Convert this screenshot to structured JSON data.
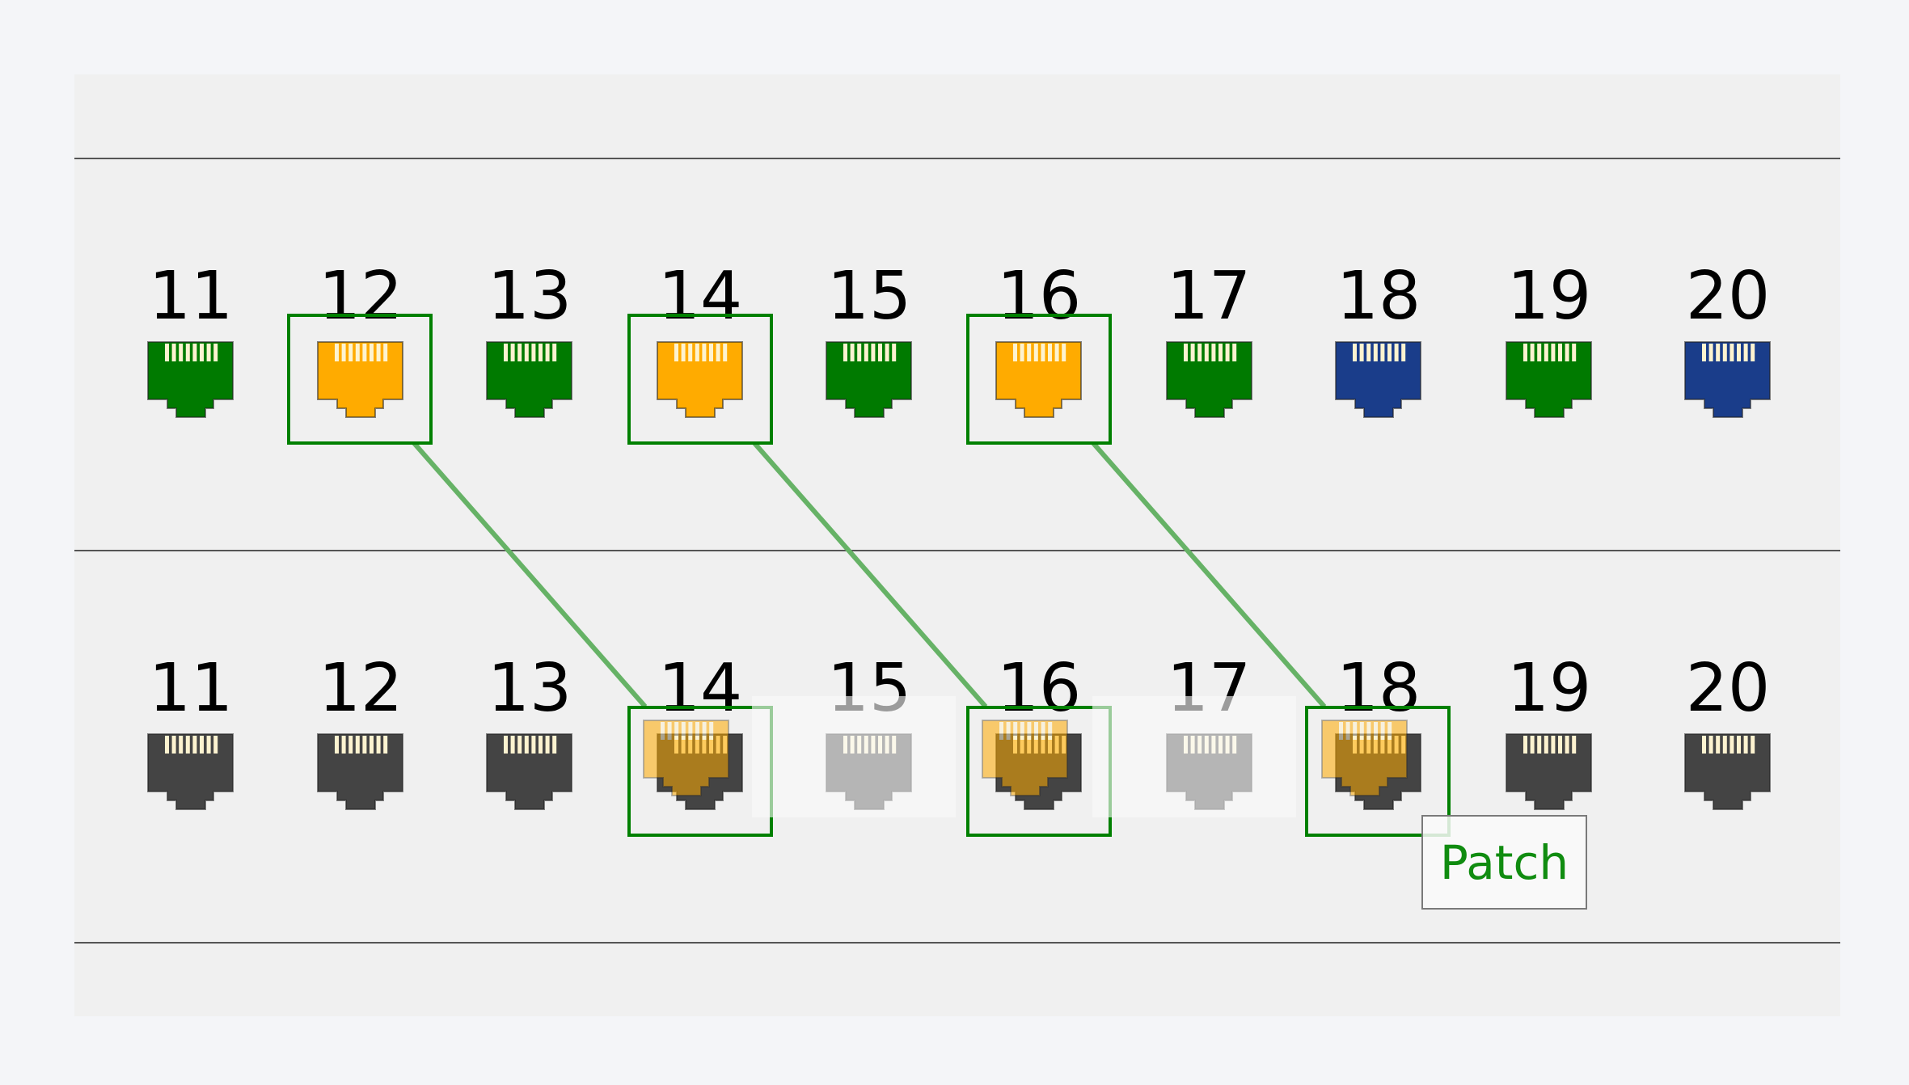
{
  "colors": {
    "background": "#f4f5f8",
    "panel": "#f0f0f0",
    "divider": "#555555",
    "selection_border": "#008000",
    "patch_line": "#66b266",
    "port_green": "#007a00",
    "port_orange": "#ffab00",
    "port_blue": "#1a3d8a",
    "port_dark": "#444444",
    "pins": "#fdf3d0"
  },
  "top_row": {
    "ports": [
      {
        "label": "11",
        "color": "green",
        "selected": false
      },
      {
        "label": "12",
        "color": "orange",
        "selected": true
      },
      {
        "label": "13",
        "color": "green",
        "selected": false
      },
      {
        "label": "14",
        "color": "orange",
        "selected": true
      },
      {
        "label": "15",
        "color": "green",
        "selected": false
      },
      {
        "label": "16",
        "color": "orange",
        "selected": true
      },
      {
        "label": "17",
        "color": "green",
        "selected": false
      },
      {
        "label": "18",
        "color": "blue",
        "selected": false
      },
      {
        "label": "19",
        "color": "green",
        "selected": false
      },
      {
        "label": "20",
        "color": "blue",
        "selected": false
      }
    ]
  },
  "bottom_row": {
    "ports": [
      {
        "label": "11",
        "color": "dark",
        "selected": false
      },
      {
        "label": "12",
        "color": "dark",
        "selected": false
      },
      {
        "label": "13",
        "color": "dark",
        "selected": false
      },
      {
        "label": "14",
        "color": "dark",
        "selected": true,
        "drop_target": true
      },
      {
        "label": "15",
        "color": "dark",
        "selected": false,
        "dimmed": true
      },
      {
        "label": "16",
        "color": "dark",
        "selected": true,
        "drop_target": true
      },
      {
        "label": "17",
        "color": "dark",
        "selected": false,
        "dimmed": true
      },
      {
        "label": "18",
        "color": "dark",
        "selected": true,
        "drop_target": true
      },
      {
        "label": "19",
        "color": "dark",
        "selected": false
      },
      {
        "label": "20",
        "color": "dark",
        "selected": false
      }
    ]
  },
  "patches": [
    {
      "from": "top-12",
      "to": "bottom-14"
    },
    {
      "from": "top-14",
      "to": "bottom-16"
    },
    {
      "from": "top-16",
      "to": "bottom-18"
    }
  ],
  "tooltip": {
    "text": "Patch"
  }
}
